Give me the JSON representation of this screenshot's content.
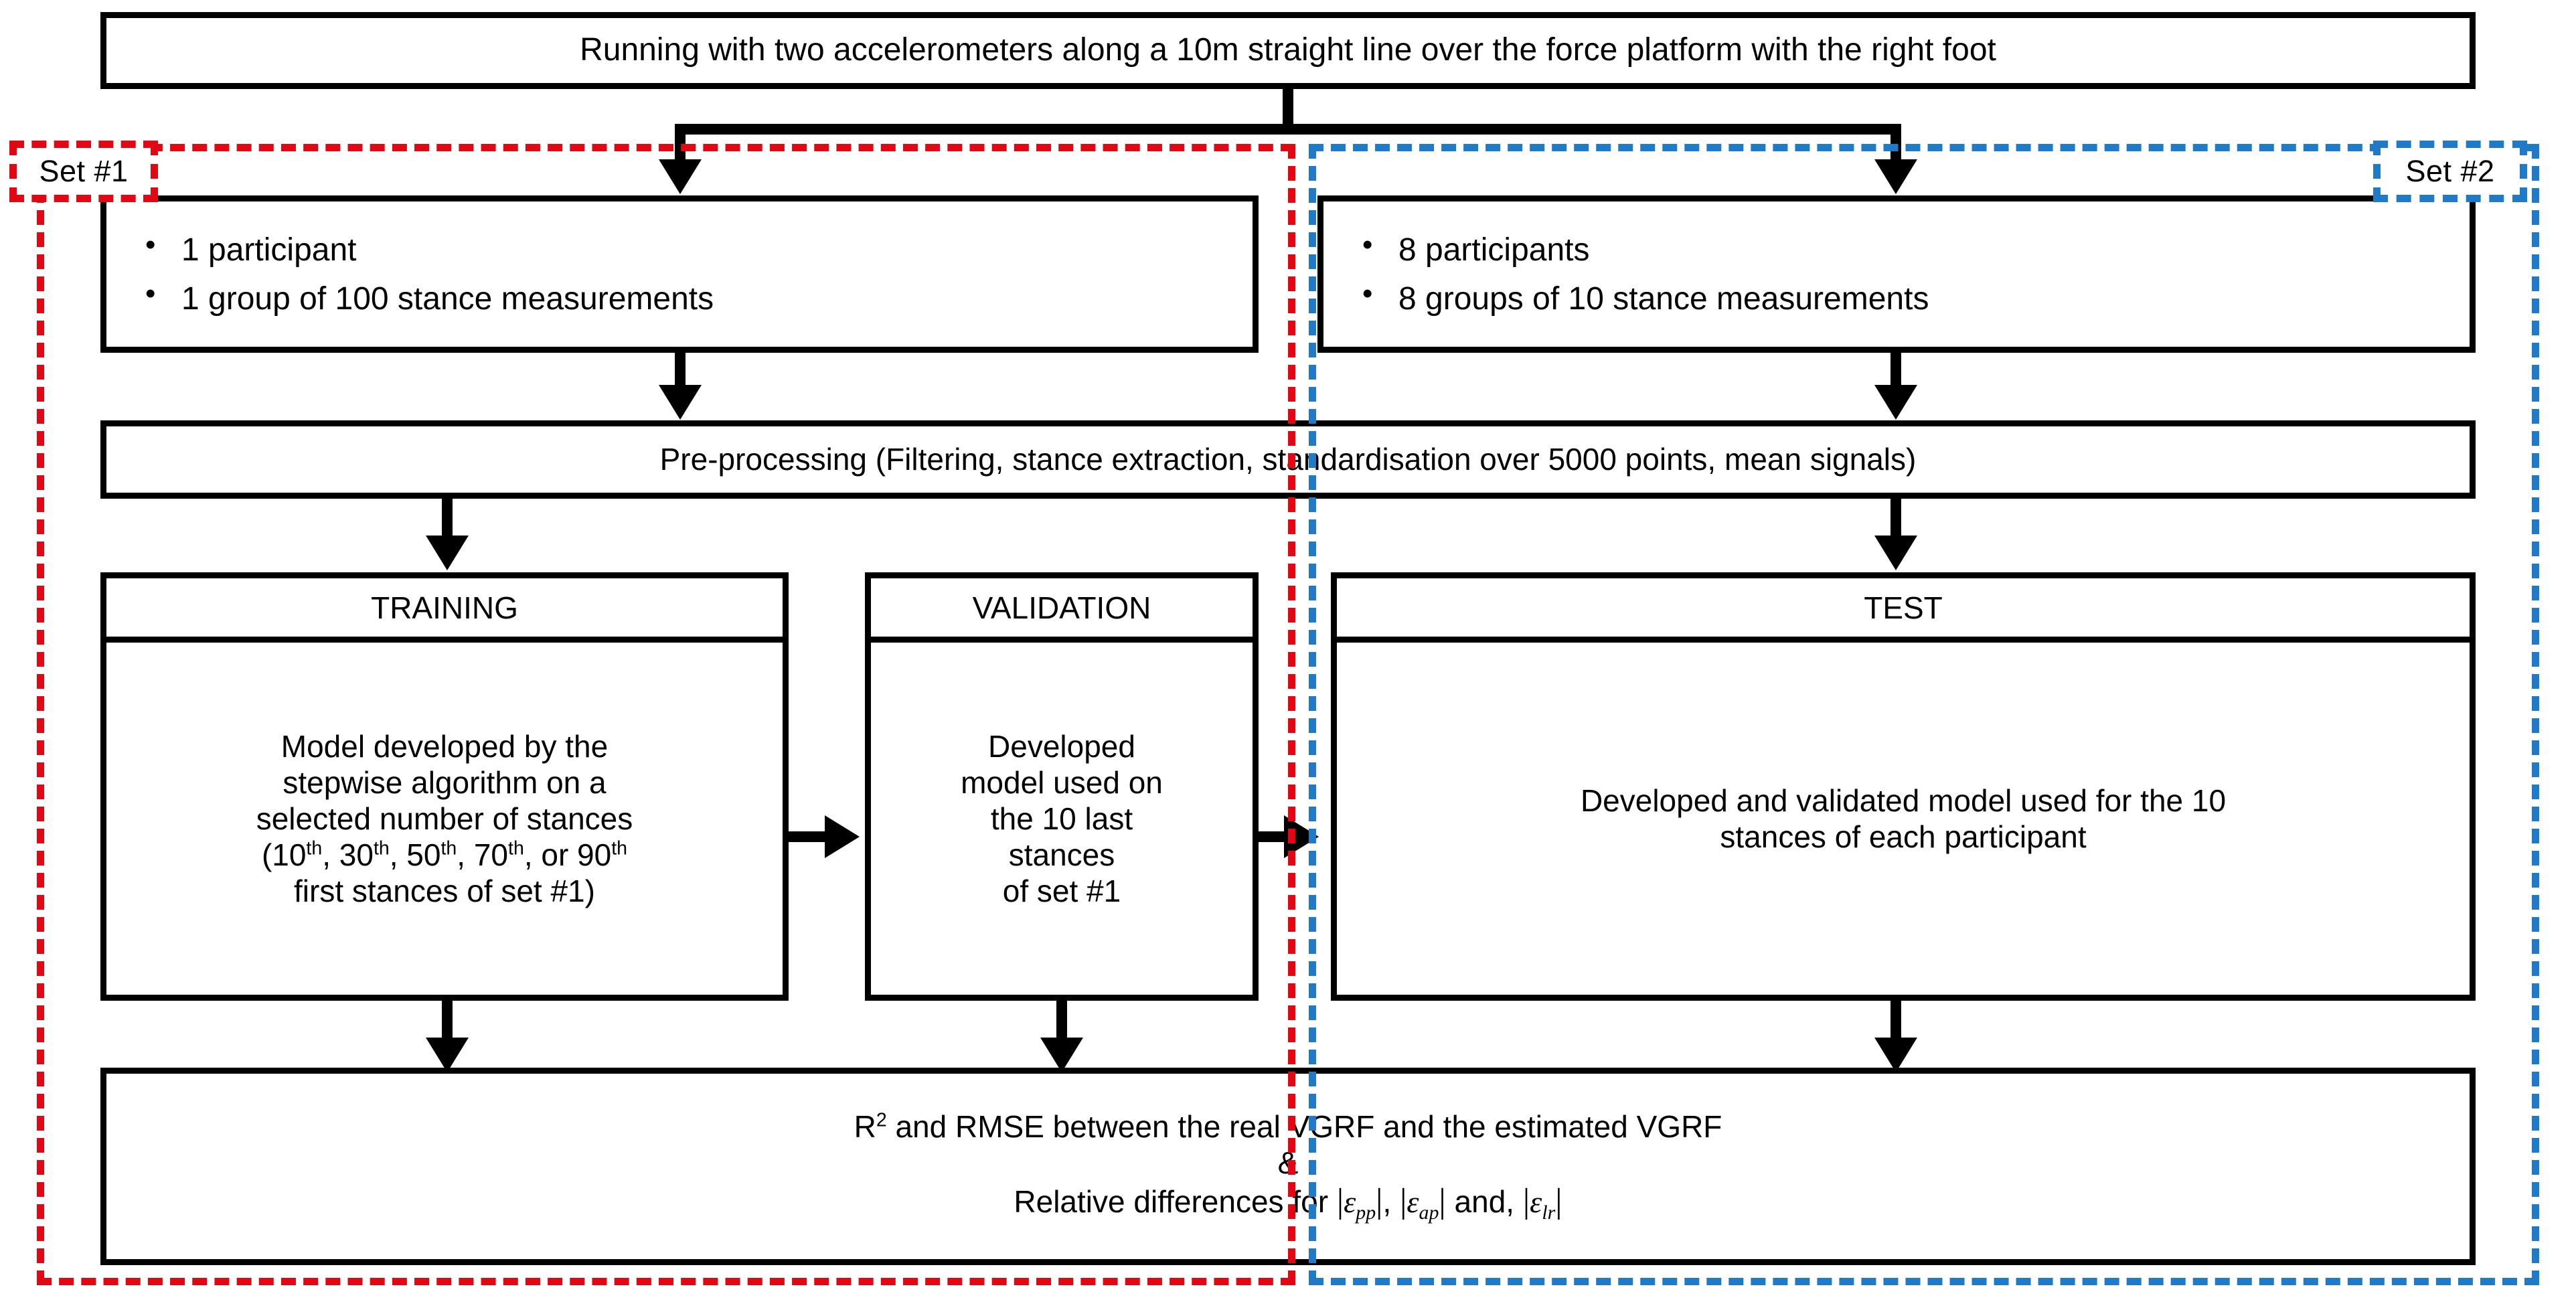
{
  "diagram": {
    "title_box": {
      "text": "Running with two accelerometers along a 10m straight line over the force platform with the right foot"
    },
    "set1": {
      "label": "Set #1",
      "color": "#E30613",
      "bullets": [
        "1 participant",
        "1 group of 100 stance measurements"
      ]
    },
    "set2": {
      "label": "Set #2",
      "color": "#1F7BC8",
      "bullets": [
        "8 participants",
        "8 groups of 10 stance measurements"
      ]
    },
    "preprocessing": {
      "text": "Pre-processing (Filtering, stance extraction, standardisation over 5000 points, mean signals)"
    },
    "training": {
      "header": "TRAINING",
      "line1": "Model developed by the",
      "line2": "stepwise algorithm on a",
      "line3": "selected number of stances",
      "line4_pre": "(10",
      "line4_sup1": "th",
      "line4_a": ", 30",
      "line4_sup2": "th",
      "line4_b": ", 50",
      "line4_sup3": "th",
      "line4_c": ", 70",
      "line4_sup4": "th",
      "line4_d": ", or 90",
      "line4_sup5": "th",
      "line5": "first stances of set #1)"
    },
    "validation": {
      "header": "VALIDATION",
      "line1": "Developed",
      "line2": "model used on",
      "line3": "the 10 last",
      "line4": "stances",
      "line5": "of set #1"
    },
    "test": {
      "header": "TEST",
      "line1": "Developed and validated model used for the 10",
      "line2": "stances of each participant"
    },
    "results": {
      "line1_pre": "R",
      "line1_sup": "2",
      "line1_post": " and RMSE between the real VGRF and the estimated VGRF",
      "line2": "&",
      "line3_pre": "Relative differences for ",
      "eps1_sub": "pp",
      "eps_sep1": ", ",
      "eps2_sub": "ap",
      "eps_sep2": " and, ",
      "eps3_sub": "lr",
      "eps_symbol": "ε",
      "bar": "|"
    }
  }
}
